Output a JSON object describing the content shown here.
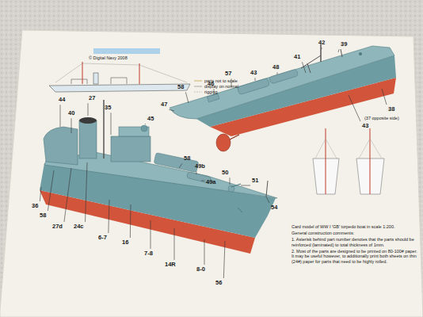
{
  "diagram": {
    "labels": [
      "© Digital Navy 2008",
      "parts not to scale",
      "display on normal",
      "rigging",
      "41",
      "42",
      "39",
      "43",
      "48",
      "57",
      "46",
      "58",
      "47",
      "38",
      "(37 opposite side)",
      "43",
      "44",
      "27",
      "35",
      "45",
      "40",
      "36",
      "58",
      "27d",
      "24c",
      "6-7",
      "16",
      "7-8",
      "14R",
      "8-0",
      "56",
      "54",
      "51",
      "50",
      "49b",
      "49a",
      "58",
      "Card model of WW I 'GB' torpedo boat in scale 1:200.",
      "General construction comments:",
      "1. Asterisk behind part number denotes that the parts should be reinforced (laminated) to total thickness of 1mm.",
      "2. Most of the parts are designed to be printed on 80-100# paper. It may be useful however, to additionally print both sheets on thin (24#) paper for parts that need to be highly rolled."
    ]
  }
}
